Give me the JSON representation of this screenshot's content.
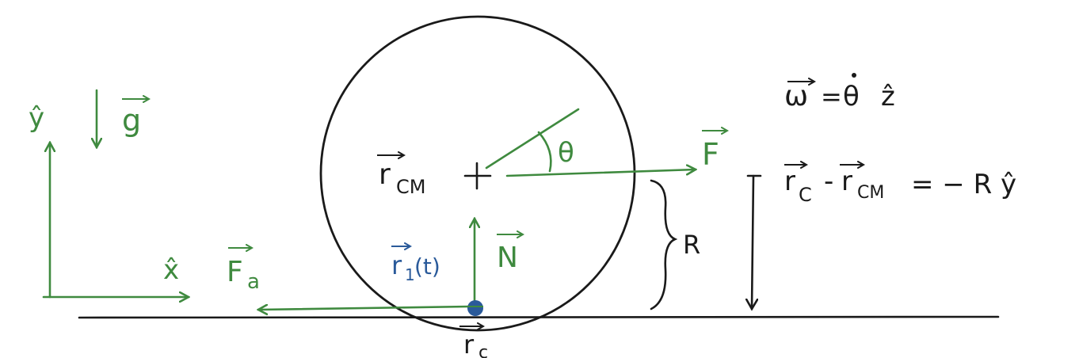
{
  "colors": {
    "ink": "#1a1a1a",
    "green": "#3f8a3f",
    "blue": "#2a5a9a",
    "dot": "#2a5a9a",
    "background": "#ffffff"
  },
  "labels": {
    "y_hat": "ŷ",
    "g": "g",
    "x_hat": "x̂",
    "F_a": "F",
    "F_a_sub": "a",
    "r_1": "r",
    "r_1_sub": "1",
    "r_1_arg": "(t)",
    "N": "N",
    "r_CM": "r",
    "r_CM_sub": "CM",
    "theta": "θ",
    "F": "F",
    "R": "R",
    "r_c": "r",
    "r_c_sub": "c",
    "omega_eq_lhs": "ω",
    "omega_eq_rhs_theta": "θ",
    "omega_eq_rhs_z": "ẑ",
    "rel_eq_r": "r",
    "rel_eq_r_sub": "C",
    "rel_eq_minus": "-",
    "rel_eq_rcm": "r",
    "rel_eq_rcm_sub": "CM",
    "rel_eq_rhs": "= − R ŷ"
  }
}
